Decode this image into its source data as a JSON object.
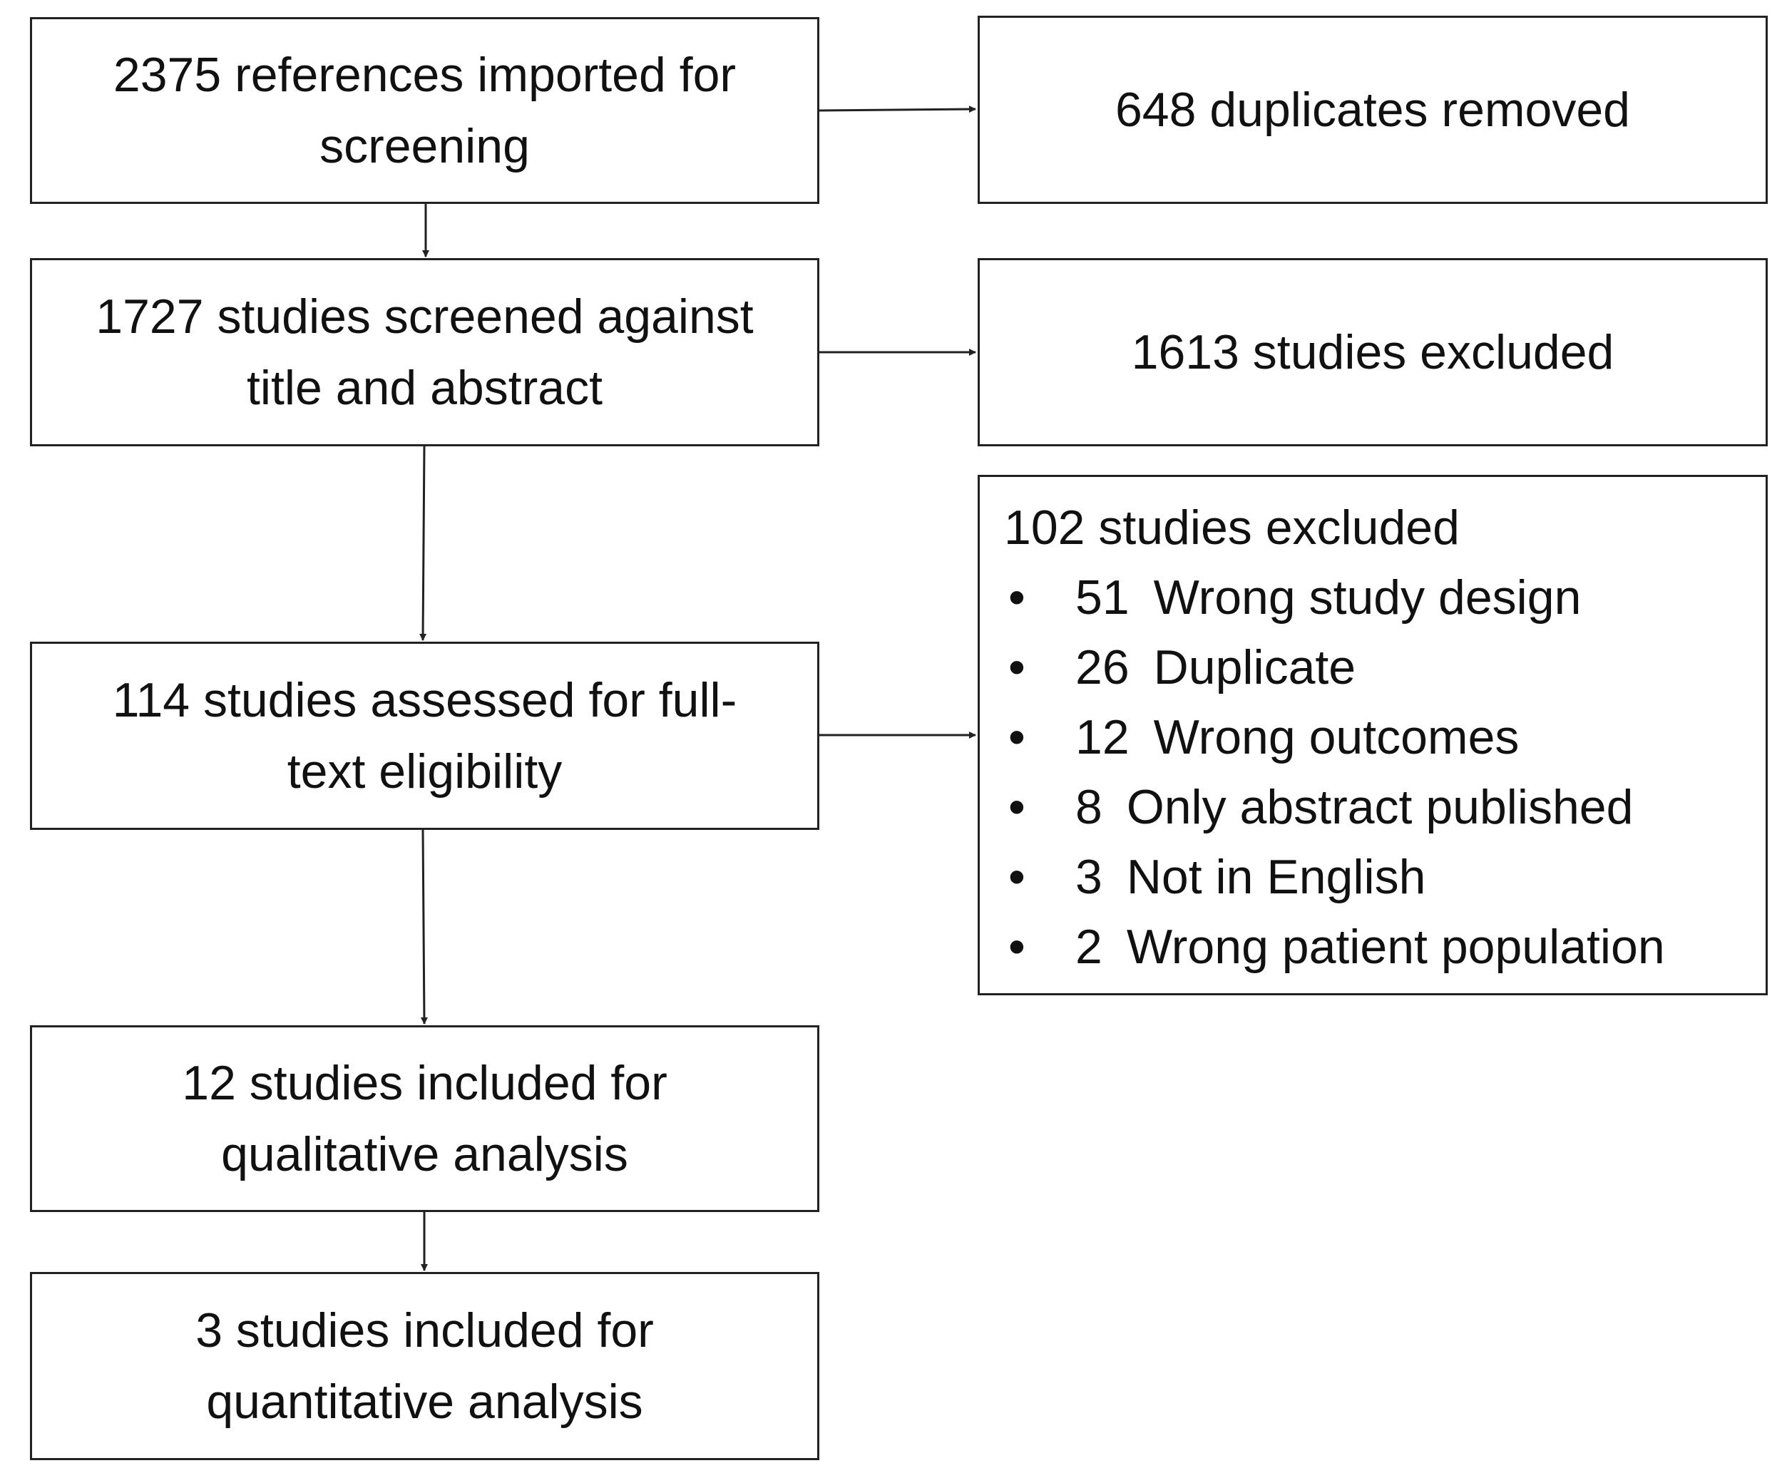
{
  "boxes": {
    "imported": {
      "line1": "2375 references imported for",
      "line2": "screening"
    },
    "duplicates": {
      "line1": "648 duplicates removed"
    },
    "screened": {
      "line1": "1727 studies screened against",
      "line2": "title and abstract"
    },
    "excluded_screening": {
      "line1": "1613 studies excluded"
    },
    "fulltext": {
      "line1": "114 studies assessed for full-",
      "line2": "text eligibility"
    },
    "excluded_fulltext": {
      "title": "102 studies excluded",
      "bullet": "•",
      "reasons": [
        {
          "count": "51",
          "label": "Wrong study design"
        },
        {
          "count": "26",
          "label": "Duplicate"
        },
        {
          "count": "12",
          "label": "Wrong outcomes"
        },
        {
          "count": "8",
          "label": "Only abstract published"
        },
        {
          "count": "3",
          "label": "Not in English"
        },
        {
          "count": "2",
          "label": "Wrong patient population"
        }
      ]
    },
    "qualitative": {
      "line1": "12 studies included for",
      "line2": "qualitative analysis"
    },
    "quantitative": {
      "line1": "3 studies included for",
      "line2": "quantitative analysis"
    }
  },
  "colors": {
    "stroke": "#222222",
    "background": "#ffffff"
  }
}
